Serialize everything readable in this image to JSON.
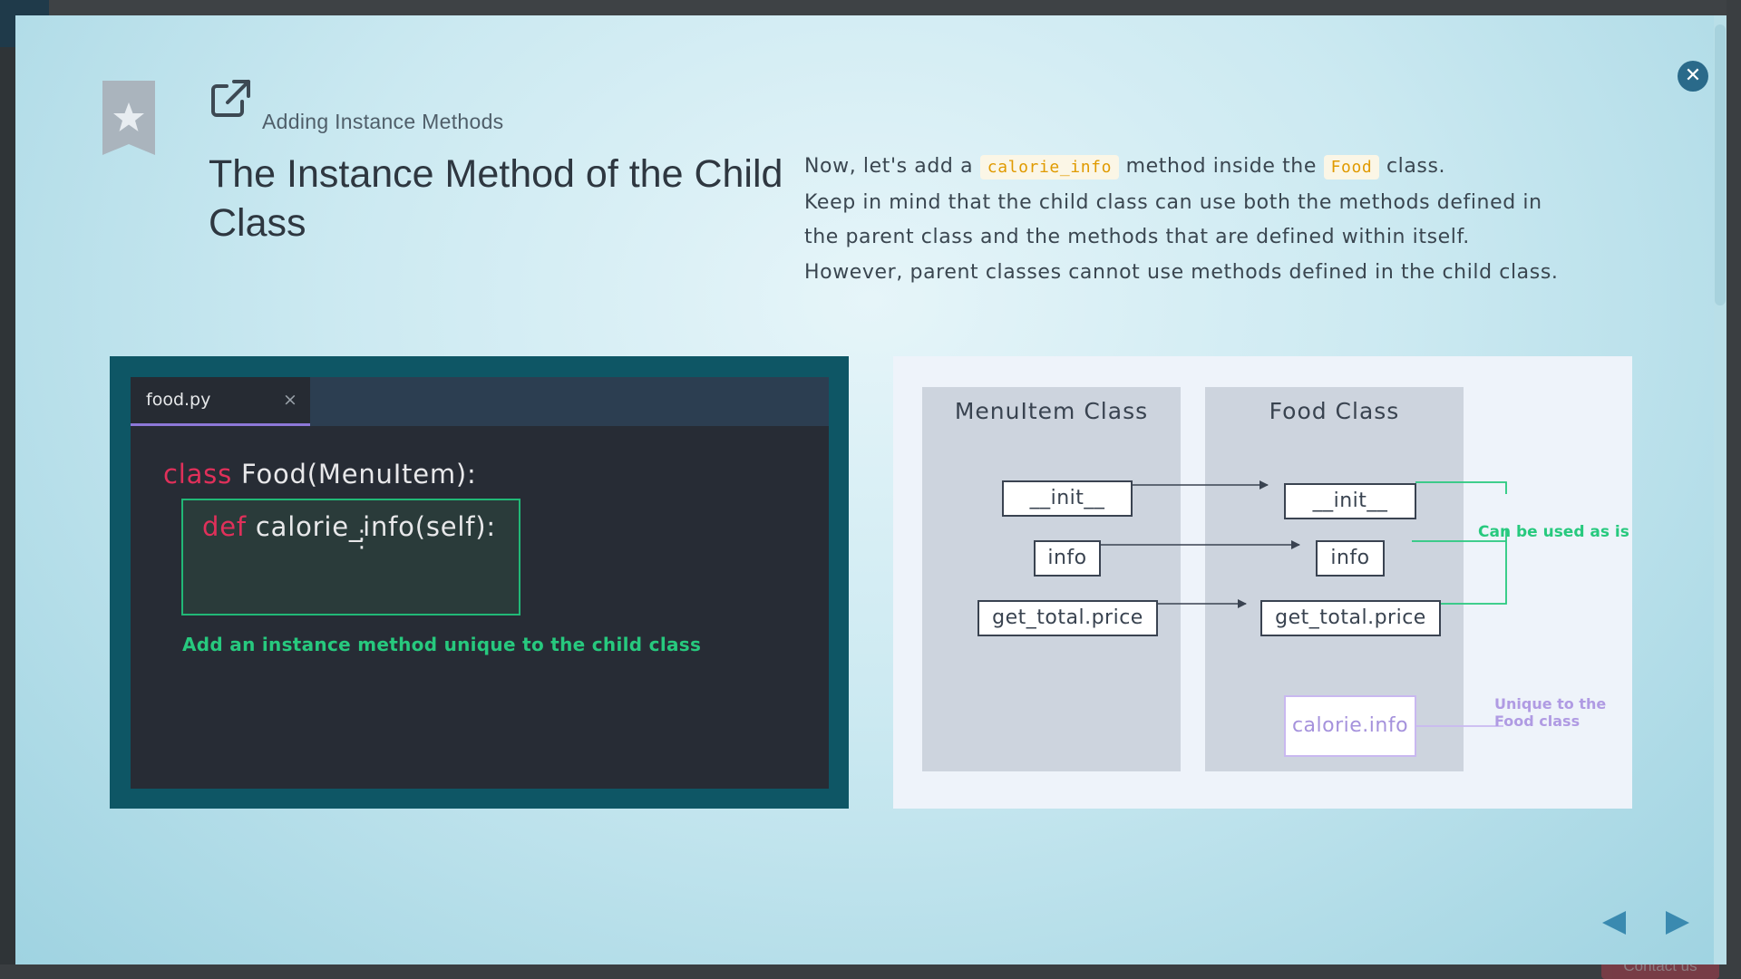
{
  "lesson": {
    "breadcrumb": "Adding Instance Methods",
    "title": "The Instance Method of the Child Class",
    "description": {
      "line1_before": "Now, let's add a",
      "code1": "calorie_info",
      "line1_middle": "method inside the",
      "code2": "Food",
      "line1_after": "class.",
      "line2": "Keep in mind that the child class can use both the methods defined in",
      "line3": "the parent class and the methods that are defined within itself.",
      "line4": "However, parent classes cannot use methods defined in the child class."
    }
  },
  "icons": {
    "close": "close-icon",
    "bookmark": "bookmark-star-icon",
    "external": "external-link-icon",
    "prev": "triangle-left-icon",
    "next": "triangle-right-icon"
  },
  "editor": {
    "tab_name": "food.py",
    "tab_close": "×",
    "line1_keyword": "class",
    "line1_rest": " Food(MenuItem):",
    "line2_keyword": "def",
    "line2_rest": " calorie_info(self):",
    "ellipsis": "⋮",
    "annotation": "Add an instance method unique to the child class"
  },
  "diagram": {
    "parent_title": "MenuItem Class",
    "child_title": "Food Class",
    "parent_methods": [
      "__init__",
      "info",
      "get_total.price"
    ],
    "child_methods": [
      "__init__",
      "info",
      "get_total.price"
    ],
    "unique_method": "calorie.info",
    "inherited_label": "Can be used as is",
    "unique_label": "Unique to the Food class"
  },
  "footer": {
    "contact": "Contact us"
  },
  "colors": {
    "accent": "#2a6a8a",
    "keyword": "#e0305a",
    "highlight_green": "#27c97e",
    "unique_purple": "#b09be3",
    "code_chip": "#e09a00"
  }
}
